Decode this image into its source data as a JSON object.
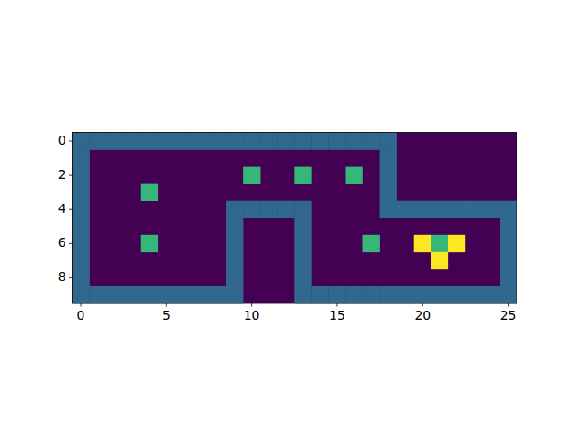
{
  "diagram": {
    "labels": [
      "0",
      "5",
      "10",
      "15",
      "20",
      "25",
      "0",
      "2",
      "4",
      "6",
      "8"
    ]
  }
}
